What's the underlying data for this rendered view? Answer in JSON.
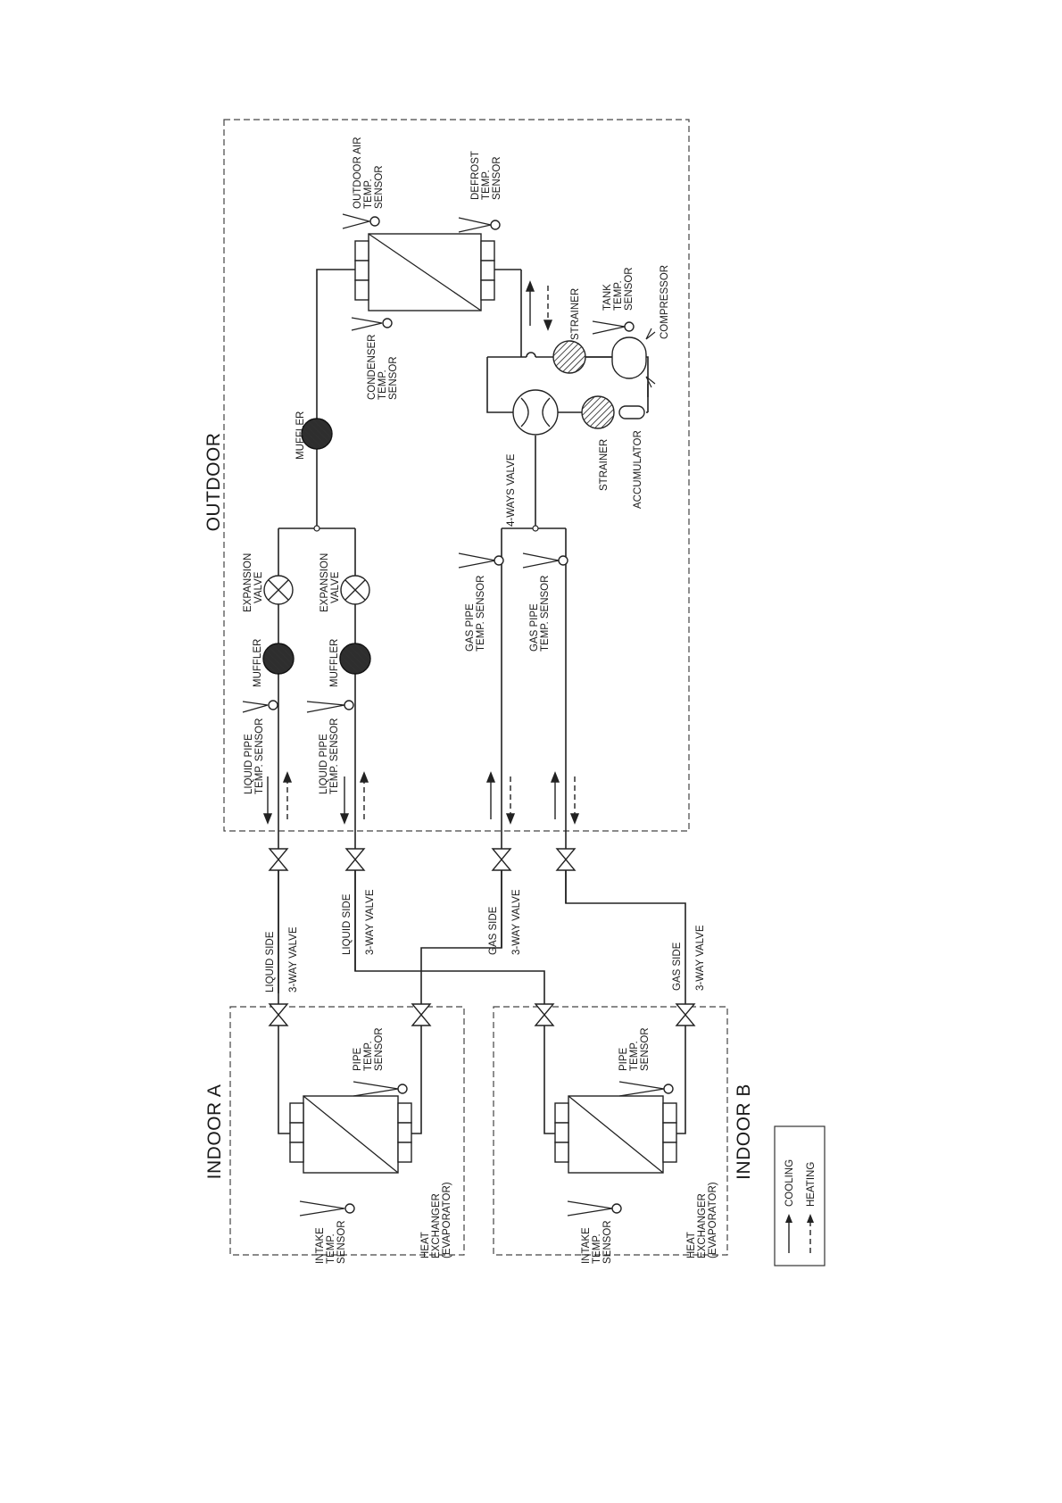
{
  "titles": {
    "outdoor": "OUTDOOR",
    "indoor_a": "INDOOR A",
    "indoor_b": "INDOOR B"
  },
  "labels": {
    "outdoor_air_sensor": [
      "OUTDOOR AIR",
      "TEMP.",
      "SENSOR"
    ],
    "defrost_sensor": [
      "DEFROST",
      "TEMP.",
      "SENSOR"
    ],
    "condenser_sensor": [
      "CONDENSER",
      "TEMP.",
      "SENSOR"
    ],
    "muffler": "MUFFLER",
    "strainer": "STRAINER",
    "tank_sensor": [
      "TANK",
      "TEMP.",
      "SENSOR"
    ],
    "compressor": "COMPRESSOR",
    "accumulator": "ACCUMULATOR",
    "four_way_valve": "4-WAYS VALVE",
    "expansion_valve": [
      "EXPANSION",
      "VALVE"
    ],
    "liquid_pipe_sensor": [
      "LIQUID PIPE",
      "TEMP. SENSOR"
    ],
    "gas_pipe_sensor": [
      "GAS PIPE",
      "TEMP. SENSOR"
    ],
    "liquid_side": "LIQUID SIDE",
    "gas_side": "GAS SIDE",
    "three_way_valve": "3-WAY VALVE",
    "pipe_sensor": [
      "PIPE",
      "TEMP.",
      "SENSOR"
    ],
    "intake_sensor": [
      "INTAKE",
      "TEMP.",
      "SENSOR"
    ],
    "heat_exchanger": [
      "HEAT",
      "EXCHANGER",
      "(EVAPORATOR)"
    ]
  },
  "legend": {
    "cooling": "COOLING",
    "heating": "HEATING"
  }
}
